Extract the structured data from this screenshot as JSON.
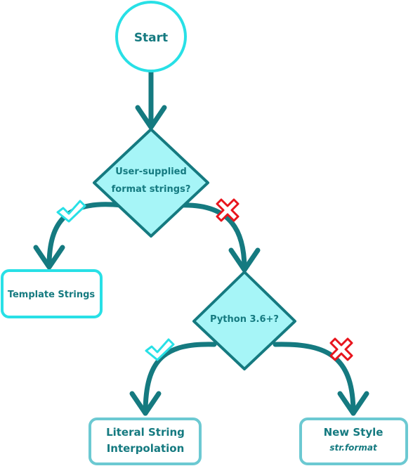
{
  "nodes": {
    "start": {
      "label": "Start"
    },
    "decision_user_supplied": {
      "line1": "User-supplied",
      "line2": "format strings?"
    },
    "template_strings": {
      "label": "Template Strings"
    },
    "decision_python": {
      "label": "Python 3.6+?"
    },
    "literal_interpolation": {
      "line1": "Literal String",
      "line2": "Interpolation"
    },
    "new_style": {
      "line1": "New Style",
      "line2": "str.format"
    }
  },
  "colors": {
    "stroke_dark": "#157a80",
    "terminal_stroke": "#28e0e6",
    "decision_fill": "#a6f5f7",
    "box_stroke_dark": "#6cc9d2",
    "yes_check": "#28e0e6",
    "no_cross": "#e8141c",
    "text": "#157a80"
  },
  "edges": [
    {
      "from": "start",
      "to": "decision_user_supplied",
      "marker": "none"
    },
    {
      "from": "decision_user_supplied",
      "to": "template_strings",
      "marker": "check-icon"
    },
    {
      "from": "decision_user_supplied",
      "to": "decision_python",
      "marker": "cross-icon"
    },
    {
      "from": "decision_python",
      "to": "literal_interpolation",
      "marker": "check-icon"
    },
    {
      "from": "decision_python",
      "to": "new_style",
      "marker": "cross-icon"
    }
  ]
}
